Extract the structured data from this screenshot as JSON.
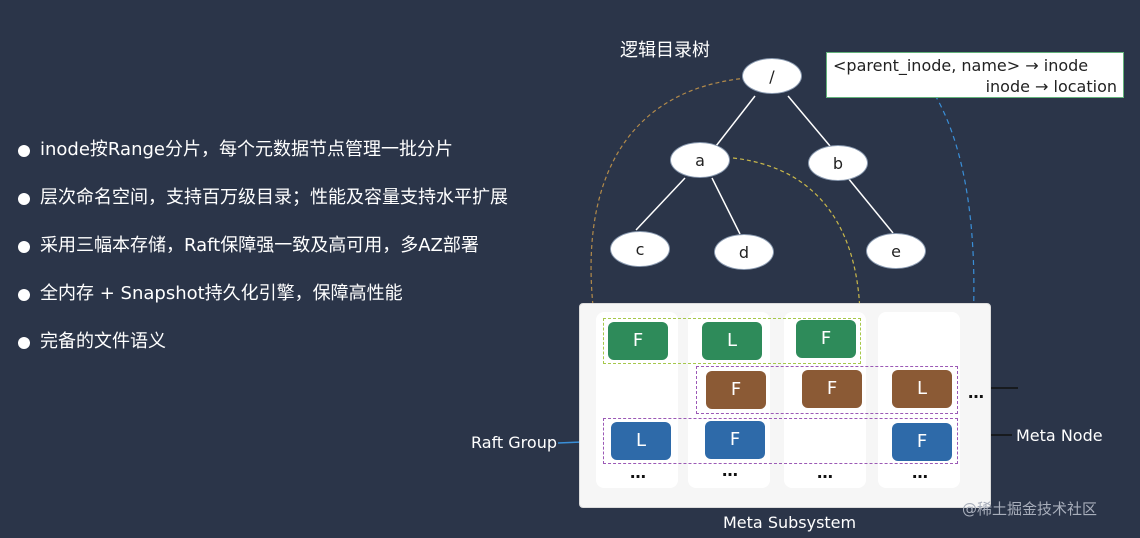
{
  "bullets": [
    "inode按Range分片，每个元数据节点管理一批分片",
    "层次命名空间，支持百万级目录；性能及容量支持水平扩展",
    "采用三幅本存储，Raft保障强一致及高可用，多AZ部署",
    "全内存 + Snapshot持久化引擎，保障高性能",
    "完备的文件语义"
  ],
  "tree": {
    "title": "逻辑目录树",
    "nodes": {
      "root": "/",
      "a": "a",
      "b": "b",
      "c": "c",
      "d": "d",
      "e": "e"
    }
  },
  "mapping": {
    "line1": "<parent_inode, name>  → inode",
    "line2": "inode  → location"
  },
  "subsystem": {
    "label": "Meta Subsystem",
    "raft_group_label": "Raft Group",
    "meta_node_label": "Meta Node",
    "ellipsis": "…",
    "colors": {
      "green_group": "#2e8b5a",
      "brown_group": "#8b5a35",
      "blue_group": "#2e6aa9"
    },
    "blocks": {
      "g1": "F",
      "g2": "L",
      "g3": "F",
      "b1": "F",
      "b2": "F",
      "b3": "L",
      "u1": "L",
      "u2": "F",
      "u3": "F"
    }
  },
  "watermark": "@稀土掘金技术社区"
}
